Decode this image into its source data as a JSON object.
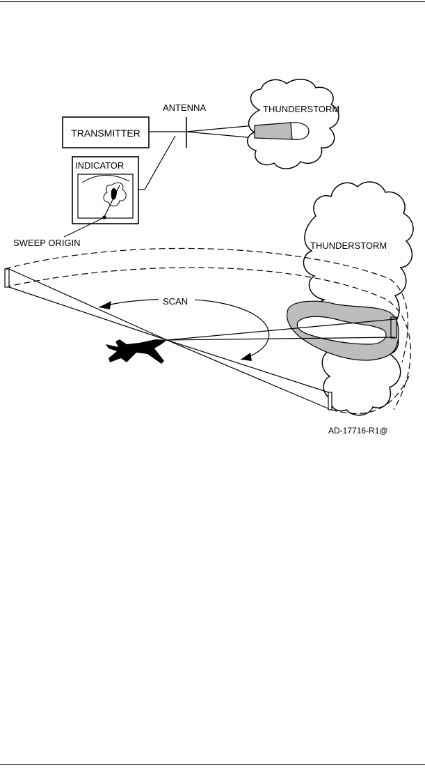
{
  "figure": {
    "labels": {
      "antenna": "ANTENNA",
      "thunderstorm_small": "THUNDERSTORM",
      "transmitter": "TRANSMITTER",
      "indicator": "INDICATOR",
      "sweep_origin": "SWEEP ORIGIN",
      "thunderstorm_large": "THUNDERSTORM",
      "scan": "SCAN",
      "figure_id": "AD-17716-R1@"
    },
    "colors": {
      "ink": "#000000",
      "echo_fill": "#bdbdbd",
      "paper": "#ffffff"
    }
  }
}
